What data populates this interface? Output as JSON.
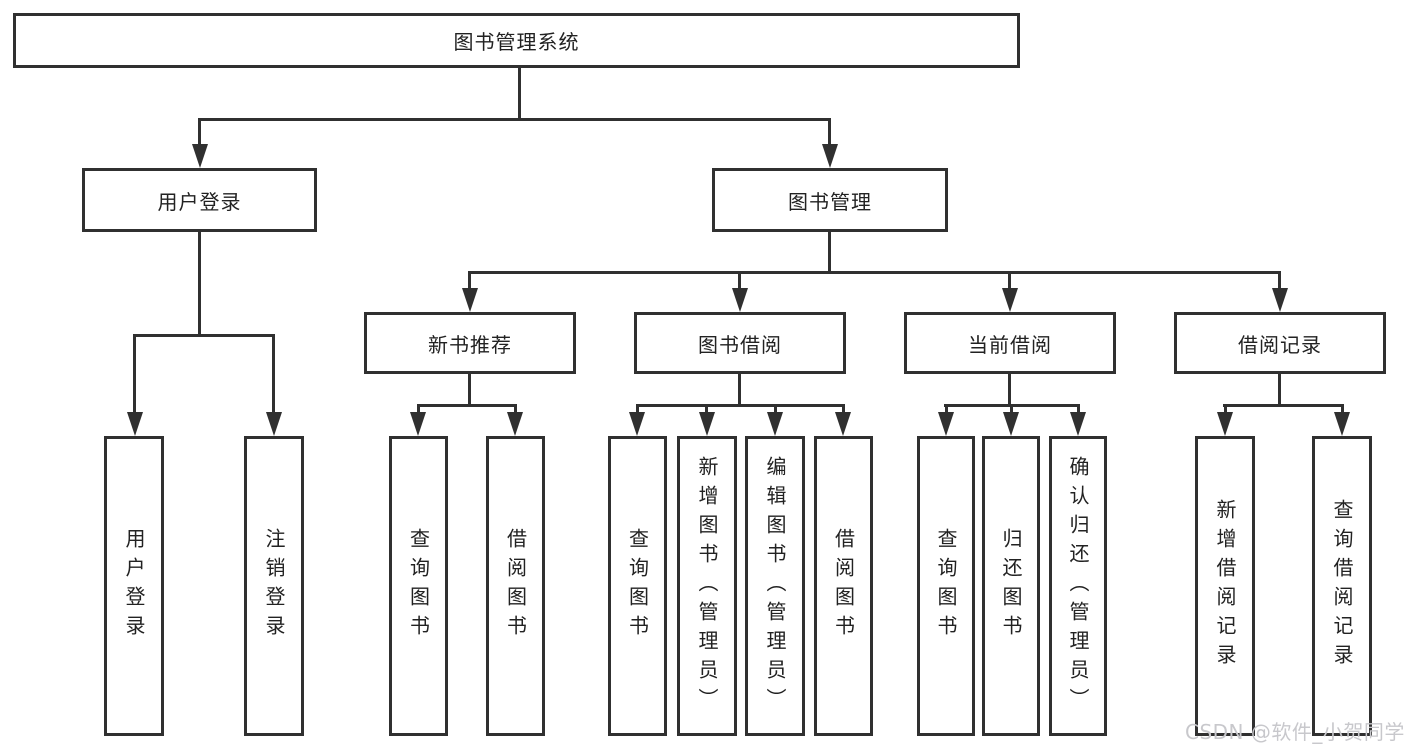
{
  "tree": {
    "root": {
      "label": "图书管理系统"
    },
    "user_login": {
      "label": "用户登录",
      "children": {
        "login": {
          "label": "用户登录"
        },
        "logout": {
          "label": "注销登录"
        }
      }
    },
    "book_mgmt": {
      "label": "图书管理",
      "children": {
        "new_books": {
          "label": "新书推荐",
          "children": {
            "query": {
              "label": "查询图书"
            },
            "borrow": {
              "label": "借阅图书"
            }
          }
        },
        "book_borrow": {
          "label": "图书借阅",
          "children": {
            "query": {
              "label": "查询图书"
            },
            "add": {
              "label": "新增图书（管理员）"
            },
            "edit": {
              "label": "编辑图书（管理员）"
            },
            "borrow": {
              "label": "借阅图书"
            }
          }
        },
        "current_borrow": {
          "label": "当前借阅",
          "children": {
            "query": {
              "label": "查询图书"
            },
            "return": {
              "label": "归还图书"
            },
            "confirm": {
              "label": "确认归还（管理员）"
            }
          }
        },
        "borrow_records": {
          "label": "借阅记录",
          "children": {
            "add": {
              "label": "新增借阅记录"
            },
            "query": {
              "label": "查询借阅记录"
            }
          }
        }
      }
    }
  },
  "watermark": {
    "text": "CSDN @软件_小贺同学"
  },
  "colors": {
    "line": "#303030",
    "text": "#222222",
    "background": "#ffffff",
    "watermark": "#c8c8cc"
  }
}
